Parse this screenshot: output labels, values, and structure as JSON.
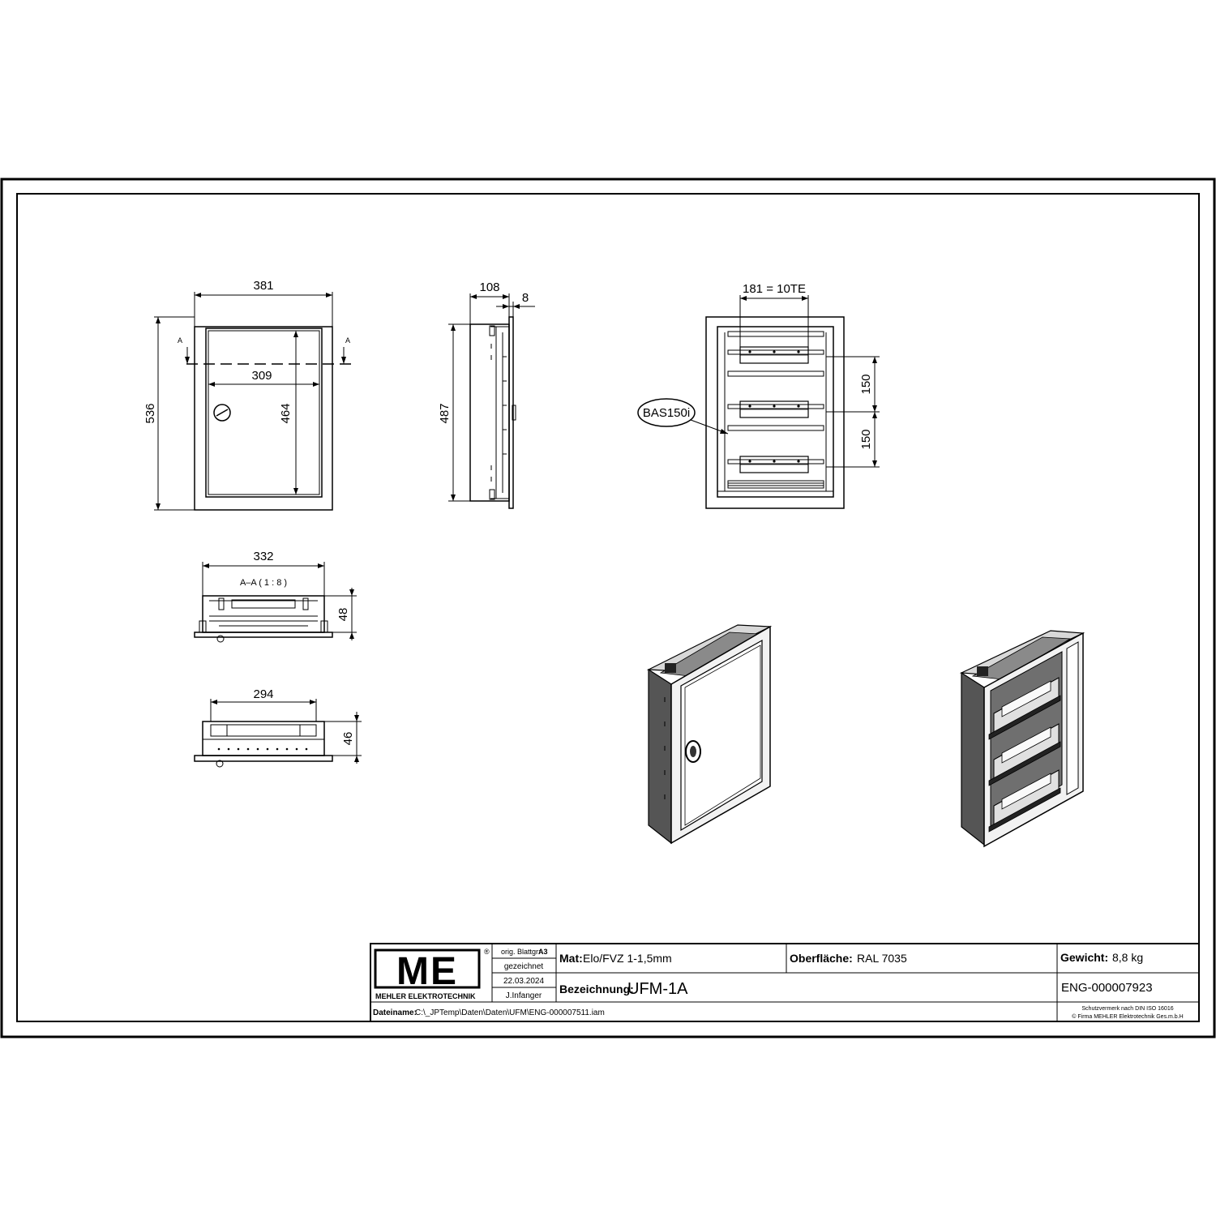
{
  "dimensions": {
    "front_width": "381",
    "front_height": "536",
    "door_width": "309",
    "door_height": "464",
    "section_mark": "A",
    "side_depth": "108",
    "side_flange": "8",
    "side_height": "487",
    "interior_pitch": "181 = 10TE",
    "rail_spacing_1": "150",
    "rail_spacing_2": "150",
    "callout": "BAS150i",
    "section_width": "332",
    "section_label": "A–A ( 1 : 8 )",
    "section_depth": "48",
    "bottom_width": "294",
    "bottom_depth": "46"
  },
  "title_block": {
    "logo": "ME",
    "company": "MEHLER ELEKTROTECHNIK",
    "registered": "®",
    "orig_format_label": "orig. Blattgr:",
    "orig_format_value": "A3",
    "drawn_label": "gezeichnet",
    "date": "22.03.2024",
    "author": "J.Infanger",
    "material_label": "Mat:",
    "material_value": "Elo/FVZ 1-1,5mm",
    "surface_label": "Oberfläche:",
    "surface_value": "RAL 7035",
    "weight_label": "Gewicht:",
    "weight_value": "8,8 kg",
    "designation_label": "Bezeichnung:",
    "designation_value": "UFM-1A",
    "doc_number": "ENG-000007923",
    "filename_label": "Dateiname:",
    "filename_value": "C:\\_JPTemp\\Daten\\Daten\\UFM\\ENG-000007511.iam",
    "protection_note": "Schutzvermerk nach DIN ISO 16016",
    "copyright_note": "© Firma MEHLER Elektrotechnik Ges.m.b.H"
  }
}
